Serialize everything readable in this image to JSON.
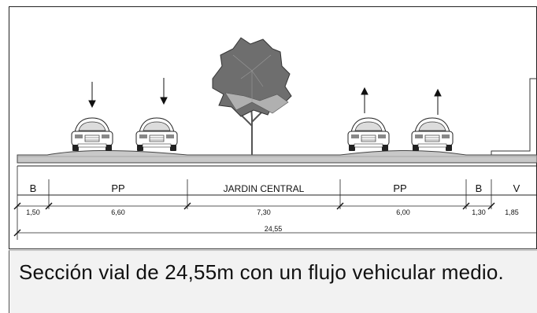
{
  "segments": [
    {
      "label": "B",
      "width": "1,50"
    },
    {
      "label": "PP",
      "width": "6,60"
    },
    {
      "label": "JARDIN CENTRAL",
      "width": "7,30"
    },
    {
      "label": "PP",
      "width": "6,00"
    },
    {
      "label": "B",
      "width": "1,30"
    },
    {
      "label": "V",
      "width": "1,85"
    }
  ],
  "total_width": "24,55",
  "caption": "Sección vial de 24,55m con un flujo vehicular medio.",
  "traffic_direction": {
    "left_lanes": "down",
    "right_lanes": "up"
  },
  "colors": {
    "ground": "#c8c8c8",
    "tree": "#6e6e6e",
    "line": "#111111"
  }
}
